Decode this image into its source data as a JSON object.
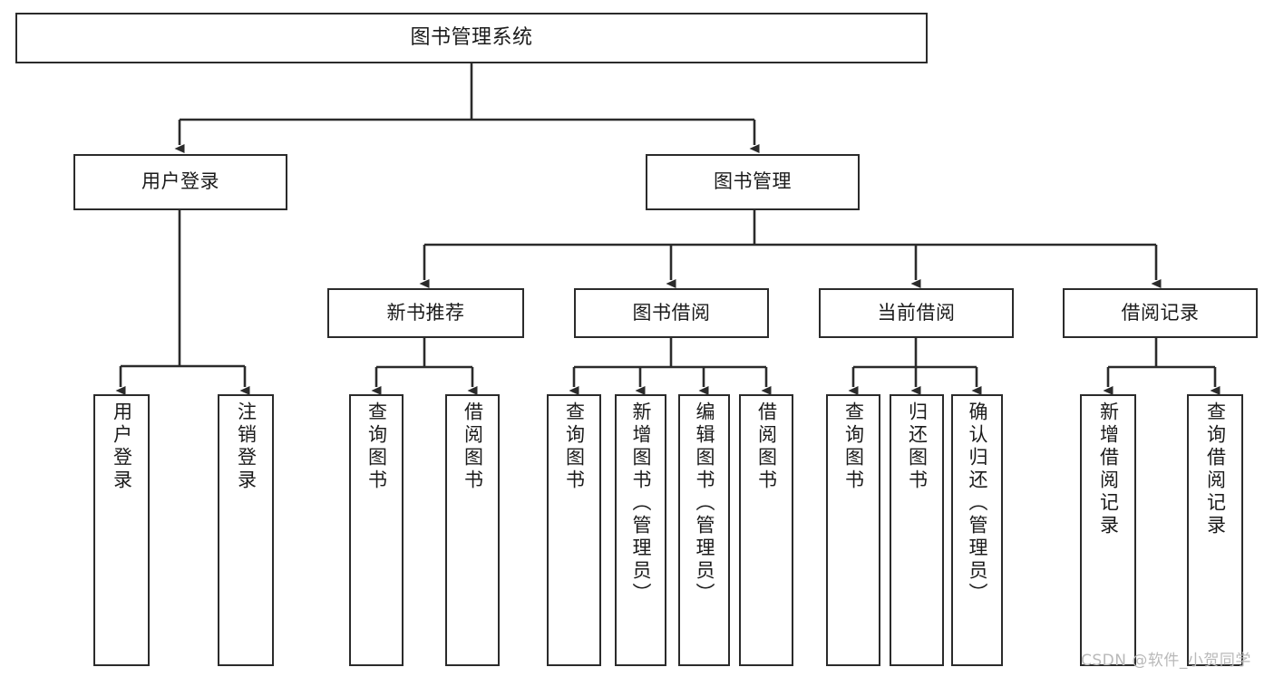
{
  "diagram": {
    "title": "图书管理系统",
    "type": "hierarchy-tree",
    "background": "#ffffff",
    "node_border_color": "#2b2b2b",
    "text_color": "#1b1b1b",
    "edge_color": "#2b2b2b"
  },
  "nodes": {
    "root": {
      "label": "图书管理系统"
    },
    "level2": [
      {
        "label": "用户登录"
      },
      {
        "label": "图书管理"
      }
    ],
    "level3": [
      {
        "label": "新书推荐"
      },
      {
        "label": "图书借阅"
      },
      {
        "label": "当前借阅"
      },
      {
        "label": "借阅记录"
      }
    ],
    "leaves": {
      "user_login": [
        {
          "label": "用户登录"
        },
        {
          "label": "注销登录"
        }
      ],
      "new_book": [
        {
          "label": "查询图书"
        },
        {
          "label": "借阅图书"
        }
      ],
      "book_borrow": [
        {
          "label": "查询图书"
        },
        {
          "label": "新增图书（管理员）"
        },
        {
          "label": "编辑图书（管理员）"
        },
        {
          "label": "借阅图书"
        }
      ],
      "current_borrow": [
        {
          "label": "查询图书"
        },
        {
          "label": "归还图书"
        },
        {
          "label": "确认归还（管理员）"
        }
      ],
      "borrow_record": [
        {
          "label": "新增借阅记录"
        },
        {
          "label": "查询借阅记录"
        }
      ]
    }
  },
  "watermark": {
    "text": "CSDN @软件_小贺同学"
  }
}
